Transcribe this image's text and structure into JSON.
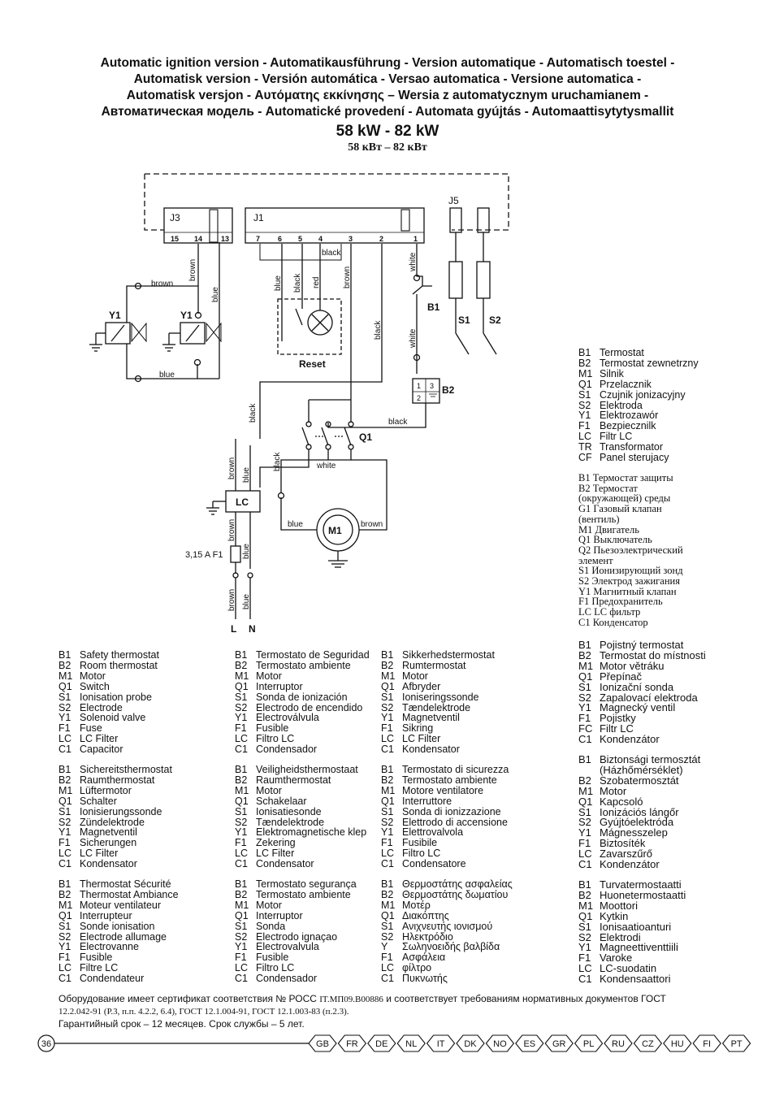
{
  "header": {
    "lines": [
      "Automatic ignition version - Automatikausführung - Version automatique - Automatisch toestel -",
      "Automatisk version - Versión automática - Versao automatica - Versione automatica -",
      "Automatisk versjon - Αυτόματης εκκίνησης – Wersia z automatycznym uruchamianem -",
      "Автоматическая модель - Automatické provedení - Automata gyújtás - Automaattisytytysmallit"
    ],
    "power": "58 kW - 82 kW",
    "power_ru": "58 кВт – 82 кВт"
  },
  "diagram": {
    "connectors": {
      "j3": "J3",
      "j1": "J1",
      "j5": "J5"
    },
    "pins": [
      "15",
      "14",
      "13",
      "7",
      "6",
      "5",
      "4",
      "3",
      "2",
      "1"
    ],
    "components": {
      "y1": "Y1",
      "b1": "B1",
      "b2": "B2",
      "s1": "S1",
      "s2": "S2",
      "q1": "Q1",
      "lc": "LC",
      "m1": "M1",
      "f1": "3,15 A F1",
      "reset": "Reset",
      "b2_pin1": "1",
      "b2_pin3": "3",
      "b2_pin2": "2"
    },
    "terminals": {
      "l": "L",
      "n": "N"
    },
    "wire_labels": {
      "brown": "brown",
      "blue": "blue",
      "black": "black",
      "red": "red",
      "white": "white"
    }
  },
  "legends": {
    "pl": [
      [
        "B1",
        "Termostat"
      ],
      [
        "B2",
        "Termostat zewnetrzny"
      ],
      [
        "M1",
        "  Silnik"
      ],
      [
        "Q1",
        "Przelacznik"
      ],
      [
        "S1",
        "Czujnik jonizacyjny"
      ],
      [
        "S2",
        "Elektroda"
      ],
      [
        "Y1",
        "Elektrozawór"
      ],
      [
        "F1",
        "Bezpiecznilk"
      ],
      [
        "LC",
        "Filtr LC"
      ],
      [
        "TR",
        "Transformator"
      ],
      [
        "CF",
        "Panel sterujacy"
      ]
    ],
    "ru": [
      "B1 Термостат защиты",
      "B2 Термостат",
      "(окружающей) среды",
      "G1 Газовый клапан",
      "(вентиль)",
      "M1 Двигатель",
      "Q1 Выключатель",
      "Q2 Пьезоэлектрический",
      "элемент",
      "S1 Ионизирующий зонд",
      "S2 Электрод зажигания",
      "Y1 Магнитный клапан",
      "F1 Предохранитель",
      "LC LC фильтр",
      "C1 Конденсатор"
    ],
    "cz": [
      [
        "B1",
        "Pojistný termostat"
      ],
      [
        "B2",
        "Termostat do místnosti"
      ],
      [
        "M1",
        "Motor větráku"
      ],
      [
        "Q1",
        "Přepínač"
      ],
      [
        "S1",
        "Ionizační sonda"
      ],
      [
        "S2",
        "Zapalovací elektroda"
      ],
      [
        "Y1",
        "Magnecký ventil"
      ],
      [
        "F1",
        "Pojistky"
      ],
      [
        "FC",
        "Filtr LC"
      ],
      [
        "C1",
        "Kondenzátor"
      ]
    ],
    "hu": [
      [
        "B1",
        "Biztonsági termosztát"
      ],
      [
        "",
        "(Házhőmérséklet)"
      ],
      [
        "B2",
        "Szobatermosztát"
      ],
      [
        "M1",
        "Motor"
      ],
      [
        "Q1",
        "Kapcsoló"
      ],
      [
        "S1",
        "Ionizációs lángőr"
      ],
      [
        "S2",
        "Gyújtóelektróda"
      ],
      [
        "Y1",
        "Mágnesszelep"
      ],
      [
        "F1",
        "Biztosíték"
      ],
      [
        "LC",
        "Zavarszűrő"
      ],
      [
        "C1",
        "Kondenzátor"
      ]
    ],
    "fi": [
      [
        "B1",
        "Turvatermostaatti"
      ],
      [
        "B2",
        "Huonetermostaatti"
      ],
      [
        "M1",
        "Moottori"
      ],
      [
        "Q1",
        "Kytkin"
      ],
      [
        "S1",
        "Ionisaatioanturi"
      ],
      [
        "S2",
        "Elektrodi"
      ],
      [
        "Y1",
        "Magneettiventtiili"
      ],
      [
        "F1",
        "Varoke"
      ],
      [
        "LC",
        "LC-suodatin"
      ],
      [
        "C1",
        "Kondensaattori"
      ]
    ],
    "gb": [
      [
        "B1",
        "Safety thermostat"
      ],
      [
        "B2",
        "Room thermostat"
      ],
      [
        "M1",
        "Motor"
      ],
      [
        "Q1",
        "Switch"
      ],
      [
        "S1",
        "Ionisation probe"
      ],
      [
        "S2",
        "Electrode"
      ],
      [
        "Y1",
        "Solenoid valve"
      ],
      [
        "F1",
        "Fuse"
      ],
      [
        "LC",
        "LC Filter"
      ],
      [
        "C1",
        "Capacitor"
      ]
    ],
    "de": [
      [
        "B1",
        "Sichereitsthermostat"
      ],
      [
        "B2",
        "Raumthermostat"
      ],
      [
        "M1",
        "Lüftermotor"
      ],
      [
        "Q1",
        "Schalter"
      ],
      [
        "S1",
        "Ionisierungssonde"
      ],
      [
        "S2",
        "Zündelektrode"
      ],
      [
        "Y1",
        "Magnetventil"
      ],
      [
        "F1",
        "Sicherungen"
      ],
      [
        "LC",
        "LC Filter"
      ],
      [
        "C1",
        "Kondensator"
      ]
    ],
    "fr": [
      [
        "B1",
        "Thermostat Sécurité"
      ],
      [
        "B2",
        "Thermostat Ambiance"
      ],
      [
        "M1",
        "Moteur ventilateur"
      ],
      [
        "Q1",
        "Interrupteur"
      ],
      [
        "S1",
        "Sonde ionisation"
      ],
      [
        "S2",
        "Electrode allumage"
      ],
      [
        "Y1",
        "Electrovanne"
      ],
      [
        "F1",
        "Fusible"
      ],
      [
        "LC",
        "Filtre LC"
      ],
      [
        "C1",
        "Condendateur"
      ]
    ],
    "es": [
      [
        "B1",
        "Termostato de Seguridad"
      ],
      [
        "B2",
        "Termostato ambiente"
      ],
      [
        "M1",
        "Motor"
      ],
      [
        "Q1",
        "Interruptor"
      ],
      [
        "S1",
        "Sonda de ionización"
      ],
      [
        "S2",
        "Electrodo de encendido"
      ],
      [
        "Y1",
        "Electroválvula"
      ],
      [
        "F1",
        "Fusible"
      ],
      [
        "LC",
        "Filtro LC"
      ],
      [
        "C1",
        "Condensador"
      ]
    ],
    "nl": [
      [
        "B1",
        " Veiligheidsthermostaat"
      ],
      [
        "B2",
        "Raumthermostat"
      ],
      [
        "M1",
        "Motor"
      ],
      [
        "Q1",
        "Schakelaar"
      ],
      [
        "S1",
        "Ionisatiesonde"
      ],
      [
        "S2",
        "Tændelektrode"
      ],
      [
        "Y1",
        "Elektromagnetische klep"
      ],
      [
        "F1",
        "Zekering"
      ],
      [
        "LC",
        "LC Filter"
      ],
      [
        "C1",
        "Condensator"
      ]
    ],
    "pt": [
      [
        "B1",
        "Termostato segurança"
      ],
      [
        "B2",
        "Termostato ambiente"
      ],
      [
        "M1",
        "Motor"
      ],
      [
        "Q1",
        "Interruptor"
      ],
      [
        "S1",
        "Sonda"
      ],
      [
        "S2",
        "Electrodo ignaçao"
      ],
      [
        "Y1",
        "Electrovalvula"
      ],
      [
        "F1",
        "Fusible"
      ],
      [
        "LC",
        "Filtro LC"
      ],
      [
        "C1",
        "Condensador"
      ]
    ],
    "dk": [
      [
        "B1",
        "Sikkerhedstermostat"
      ],
      [
        "B2",
        "Rumtermostat"
      ],
      [
        "M1",
        "Motor"
      ],
      [
        "Q1",
        "Afbryder"
      ],
      [
        "S1",
        "Ioniseringssonde"
      ],
      [
        "S2",
        "Tændelektrode"
      ],
      [
        "Y1",
        "Magnetventil"
      ],
      [
        "F1",
        "Sikring"
      ],
      [
        "LC",
        "LC Filter"
      ],
      [
        "C1",
        "Kondensator"
      ]
    ],
    "it": [
      [
        "B1",
        "Termostato di sicurezza"
      ],
      [
        "B2",
        "Termostato  ambiente"
      ],
      [
        "M1",
        "Motore ventilatore"
      ],
      [
        "Q1",
        "Interruttore"
      ],
      [
        "S1",
        "Sonda di ionizzazione"
      ],
      [
        "S2",
        "Elettrodo di accensione"
      ],
      [
        "Y1",
        "Elettrovalvola"
      ],
      [
        "F1",
        "Fusibile"
      ],
      [
        "LC",
        "Filtro LC"
      ],
      [
        "C1",
        "Condensatore"
      ]
    ],
    "gr": [
      [
        "B1",
        "Θερμοστάτης ασφαλείας"
      ],
      [
        "B2",
        "Θερμοστάτης δωματίου"
      ],
      [
        "M1",
        "Μοτέρ"
      ],
      [
        "Q1",
        "Διακόπτης"
      ],
      [
        "S1",
        "Ανιχνευτής ιονισμού"
      ],
      [
        "S2",
        "Ηλεκτρόδιο"
      ],
      [
        "Y",
        "Σωληνοειδής βαλβίδα"
      ],
      [
        "F1",
        "Ασφάλεια"
      ],
      [
        "LC",
        "φίλτρο"
      ],
      [
        "C1",
        "Πυκνωτής"
      ]
    ]
  },
  "certification": {
    "line1_a": "Оборудование имеет сертификат соответствия № РОСС ",
    "line1_b": "IT.МП09.В00886",
    "line1_c": " и соответствует требованиям нормативных документов ГОСТ",
    "line2": "12.2.042-91 (Р.3, п.п. 4.2.2, 6.4), ГОСТ 12.1.004-91, ГОСТ 12.1.003-83 (п.2.3).",
    "line3": "Гарантийный срок – 12 месяцев. Срок службы – 5 лет."
  },
  "footer": {
    "page": "36",
    "languages": [
      "GB",
      "FR",
      "DE",
      "NL",
      "IT",
      "DK",
      "NO",
      "ES",
      "GR",
      "PL",
      "RU",
      "CZ",
      "HU",
      "FI",
      "PT"
    ]
  }
}
